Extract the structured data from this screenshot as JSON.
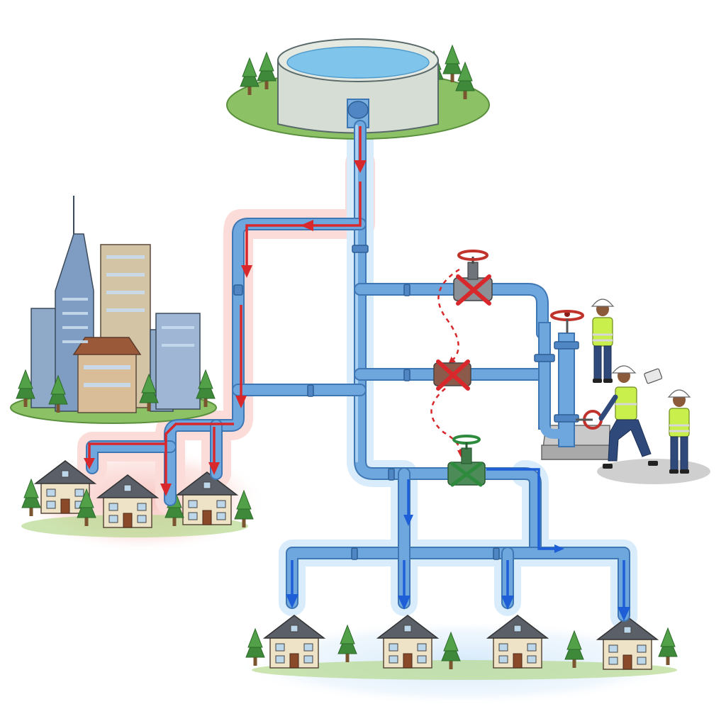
{
  "diagram": {
    "components": {
      "reservoir": "reservoir",
      "city": "city-buildings",
      "affected_houses": "affected-houses",
      "served_houses": "served-houses",
      "workers": "maintenance-crew"
    },
    "valves": [
      {
        "id": "valve-top",
        "state": "closed",
        "color": "#c0332d"
      },
      {
        "id": "valve-middle",
        "state": "closed",
        "color": "#c0332d"
      },
      {
        "id": "valve-bottom",
        "state": "open",
        "color": "#2e8b3d"
      }
    ],
    "flows": {
      "interrupted": {
        "color": "#d9282b"
      },
      "normal": {
        "color": "#1e5fd8"
      }
    },
    "colors": {
      "pipe": "#6ea7dd",
      "pipe_edge": "#3f77b4",
      "water": "#7fc4ea",
      "grass": "#8cc265",
      "safety_vest": "#c8ef4c",
      "hard_hat": "#ffffff"
    }
  }
}
